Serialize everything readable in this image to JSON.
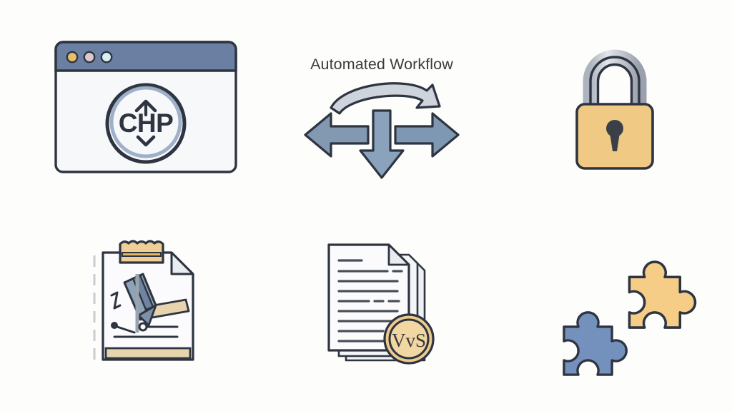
{
  "page": {
    "title": "Automated Workflow Icon Set",
    "background_color": "#fdfdfb",
    "layout": "3-column x 2-row icon grid"
  },
  "palette": {
    "outline": "#2e3440",
    "slate_blue": "#6b7fa3",
    "steel_blue": "#7e97b3",
    "light_blue": "#7491bd",
    "amber": "#f0c985",
    "amber_deep": "#e3b85f",
    "silver": "#c8ccd4",
    "paper": "#fbfbfd",
    "text_dark": "#3b3b3d",
    "line_grey": "#4a4f57"
  },
  "icons": [
    {
      "id": "browser-window",
      "name": "browser-window-icon",
      "label": "CHP Browser Window",
      "row": 1,
      "column": 1,
      "titlebar_color": "#6b7fa3",
      "logo_text": "CHP",
      "dots": [
        {
          "name": "traffic-light-dot-amber",
          "color": "#e6c068"
        },
        {
          "name": "traffic-light-dot-pink",
          "color": "#ddc7cc"
        },
        {
          "name": "traffic-light-dot-cyan",
          "color": "#d8f0f2"
        }
      ]
    },
    {
      "id": "automated-workflow",
      "name": "automated-workflow-icon",
      "label": "Automated Workflow",
      "row": 1,
      "column": 2,
      "caption": "Automated Workflow",
      "arrows": [
        {
          "name": "arrow-left",
          "direction": "left",
          "color": "#8299b1"
        },
        {
          "name": "arrow-right",
          "direction": "right",
          "color": "#7e97b3"
        },
        {
          "name": "arrow-down",
          "direction": "down",
          "color": "#8aa2bb"
        },
        {
          "name": "arrow-curved-top",
          "direction": "curved-right",
          "color": "#ced4dc"
        }
      ]
    },
    {
      "id": "padlock",
      "name": "padlock-icon",
      "label": "Padlock Security",
      "row": 1,
      "column": 3,
      "body_color": "#f0c985",
      "shackle_color": "#c8ccd4",
      "keyhole_color": "#3b4048"
    },
    {
      "id": "clipboard-signature",
      "name": "clipboard-signature-icon",
      "label": "Clipboard with Signature Pen",
      "row": 2,
      "column": 1,
      "clip_color": "#f0cf96",
      "paper_color": "#fbfbfd",
      "pen_color": "#8fa3b8"
    },
    {
      "id": "certified-documents",
      "name": "certified-documents-icon",
      "label": "Certified Documents",
      "row": 2,
      "column": 2,
      "seal_text": "VvS",
      "seal_color": "#eccb8d",
      "paper_color": "#fbfbfd",
      "text_line_count": 10
    },
    {
      "id": "puzzle-pieces",
      "name": "puzzle-pieces-icon",
      "label": "Interlocking Puzzle Pieces",
      "row": 2,
      "column": 3,
      "piece_blue_color": "#7491bd",
      "piece_amber_color": "#f5cd87"
    }
  ]
}
